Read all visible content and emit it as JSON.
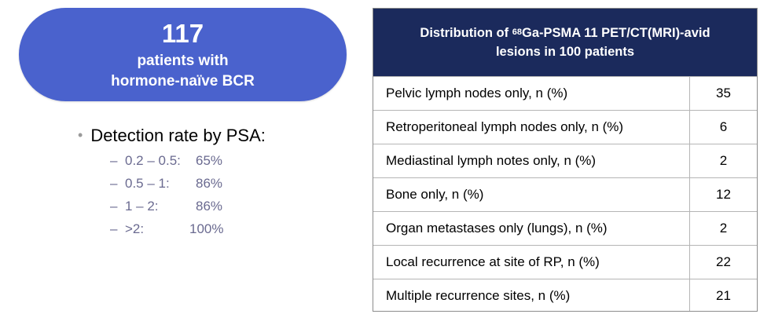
{
  "summary": {
    "count": "117",
    "line1": "patients with",
    "line2": "hormone-naïve BCR",
    "accent_color": "#4a62cd"
  },
  "detection": {
    "bullet": "•",
    "title": "Detection rate by PSA:",
    "items": [
      {
        "dash": "–",
        "range": "0.2 – 0.5:",
        "value": "65%"
      },
      {
        "dash": "–",
        "range": "0.5 – 1:",
        "value": "86%"
      },
      {
        "dash": "–",
        "range": "1 – 2:",
        "value": "86%"
      },
      {
        "dash": "–",
        "range": ">2:",
        "value": "100%"
      }
    ]
  },
  "table": {
    "header_color": "#1b2a5c",
    "title_pre": "Distribution of ",
    "title_sup": "68",
    "title_post": "Ga-PSMA 11 PET/CT(MRI)-avid",
    "title_line2": "lesions in 100 patients",
    "rows": [
      {
        "label": "Pelvic lymph nodes only, n (%)",
        "value": "35"
      },
      {
        "label": "Retroperitoneal lymph nodes only, n (%)",
        "value": "6"
      },
      {
        "label": "Mediastinal lymph notes only, n (%)",
        "value": "2"
      },
      {
        "label": "Bone only, n (%)",
        "value": "12"
      },
      {
        "label": "Organ metastases only (lungs), n (%)",
        "value": "2"
      },
      {
        "label": "Local recurrence at site of RP, n (%)",
        "value": "22"
      },
      {
        "label": "Multiple recurrence sites, n (%)",
        "value": "21"
      }
    ]
  }
}
